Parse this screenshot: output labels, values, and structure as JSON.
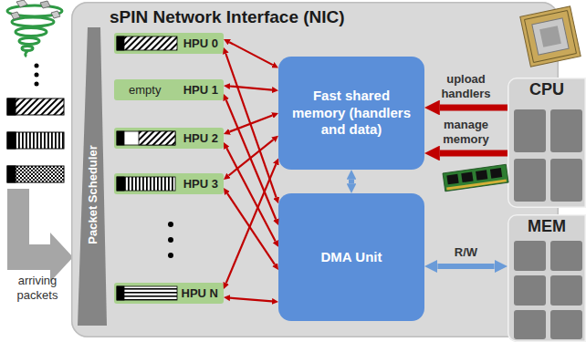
{
  "diagram": {
    "nodes": [
      {
        "text": [
          "sPIN Network Interface (NIC)"
        ]
      },
      {
        "text": [
          "Packet Scheduler"
        ],
        "in": 0
      },
      {
        "text": [
          "HPU 0"
        ],
        "in": 0
      },
      {
        "text": [
          "empty",
          "HPU 1"
        ],
        "in": 0
      },
      {
        "text": [
          "HPU 2"
        ],
        "in": 0
      },
      {
        "text": [
          "HPU 3"
        ],
        "in": 0
      },
      {
        "text": [
          "HPU N"
        ],
        "in": 0
      },
      {
        "text": [
          "Fast shared memory (handlers and data)"
        ],
        "in": 0
      },
      {
        "text": [
          "DMA Unit"
        ],
        "in": 0
      },
      {
        "text": [
          "CPU"
        ]
      },
      {
        "text": [
          "MEM"
        ]
      }
    ],
    "edges": [
      {
        "from": 2,
        "to": 7,
        "arrow": "both"
      },
      {
        "from": 2,
        "to": 8,
        "arrow": "both"
      },
      {
        "from": 3,
        "to": 7,
        "arrow": "both"
      },
      {
        "from": 3,
        "to": 8,
        "arrow": "both"
      },
      {
        "from": 4,
        "to": 7,
        "arrow": "both"
      },
      {
        "from": 4,
        "to": 8,
        "arrow": "both"
      },
      {
        "from": 5,
        "to": 7,
        "arrow": "both"
      },
      {
        "from": 5,
        "to": 8,
        "arrow": "both"
      },
      {
        "from": 6,
        "to": 7,
        "arrow": "both"
      },
      {
        "from": 6,
        "to": 8,
        "arrow": "both"
      },
      {
        "from": 7,
        "to": 8,
        "arrow": "both"
      },
      {
        "from": 9,
        "to": 7,
        "arrow": "to",
        "label": "upload handlers"
      },
      {
        "from": 9,
        "to": 7,
        "arrow": "to",
        "label": "manage memory"
      },
      {
        "from": 8,
        "to": 10,
        "arrow": "both",
        "label": "R/W"
      }
    ],
    "labels": [
      "arriving packets"
    ]
  }
}
